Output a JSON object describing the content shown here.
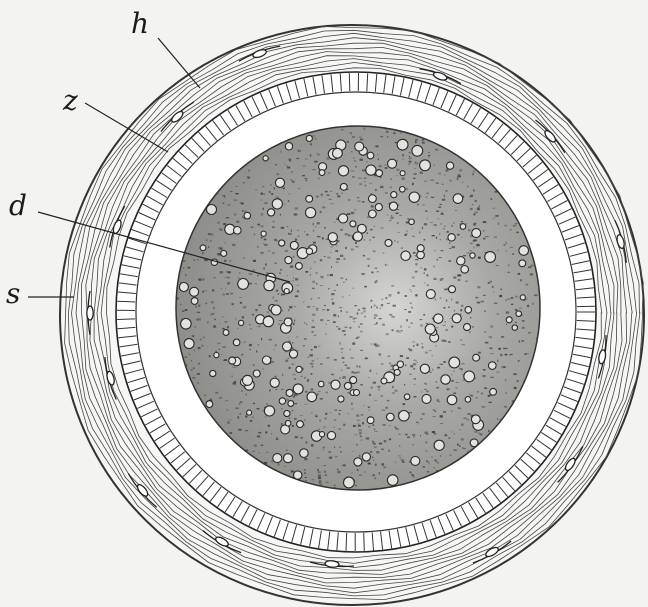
{
  "labels": {
    "h": "h",
    "z": "z",
    "d": "d",
    "s": "s"
  },
  "colors": {
    "background": "#f3f3f1",
    "ink": "#1a1a1a",
    "sphere_fill": "#9a9a96",
    "sphere_light": "#c8c8c4",
    "zona_fill": "#ffffff",
    "outer_fill": "#f6f6f4"
  }
}
